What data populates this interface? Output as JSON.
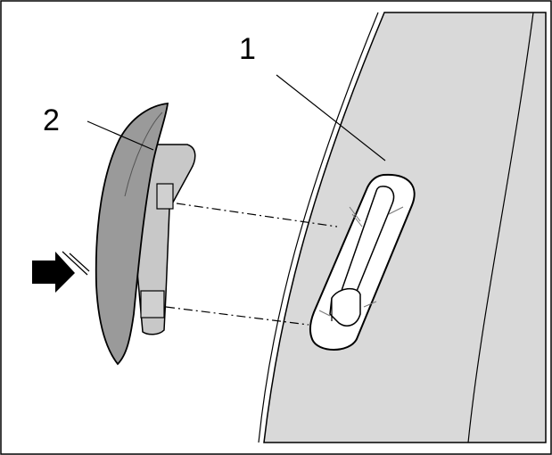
{
  "figure": {
    "callouts": [
      {
        "number": "1",
        "part": "pillar-trim-slot"
      },
      {
        "number": "2",
        "part": "removable-cover-panel"
      }
    ],
    "arrow": {
      "direction": "right",
      "icon": "push-arrow-icon"
    },
    "colors": {
      "panel_fill": "#d9d9d9",
      "cover_fill": "#9a9a9a",
      "cover_edge_fill": "#c8c8c8",
      "outline": "#000000",
      "background": "#ffffff"
    }
  }
}
